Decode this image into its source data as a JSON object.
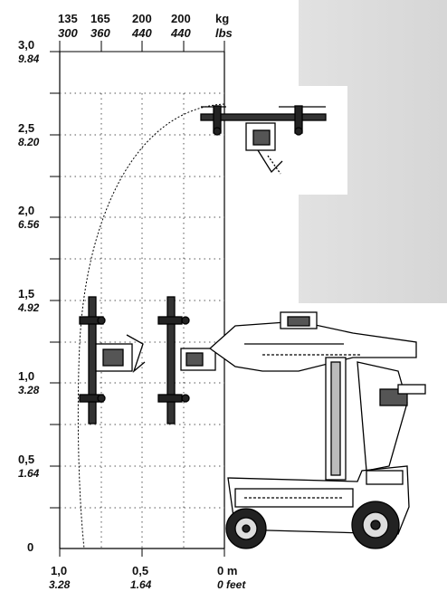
{
  "top_axis": {
    "kg": [
      "135",
      "165",
      "200",
      "200"
    ],
    "lbs": [
      "300",
      "360",
      "440",
      "440"
    ],
    "unit_kg": "kg",
    "unit_lbs": "lbs"
  },
  "left_axis": {
    "ticks": [
      {
        "m": "3,0",
        "ft": "9.84"
      },
      {
        "m": "2,5",
        "ft": "8.20"
      },
      {
        "m": "2,0",
        "ft": "6.56"
      },
      {
        "m": "1,5",
        "ft": "4.92"
      },
      {
        "m": "1,0",
        "ft": "3.28"
      },
      {
        "m": "0,5",
        "ft": "1.64"
      }
    ],
    "zero": "0"
  },
  "bottom_axis": {
    "ticks": [
      {
        "m": "1,0",
        "ft": "3.28"
      },
      {
        "m": "0,5",
        "ft": "1.64"
      },
      {
        "m": "0 m",
        "ft": "0 feet"
      }
    ]
  }
}
